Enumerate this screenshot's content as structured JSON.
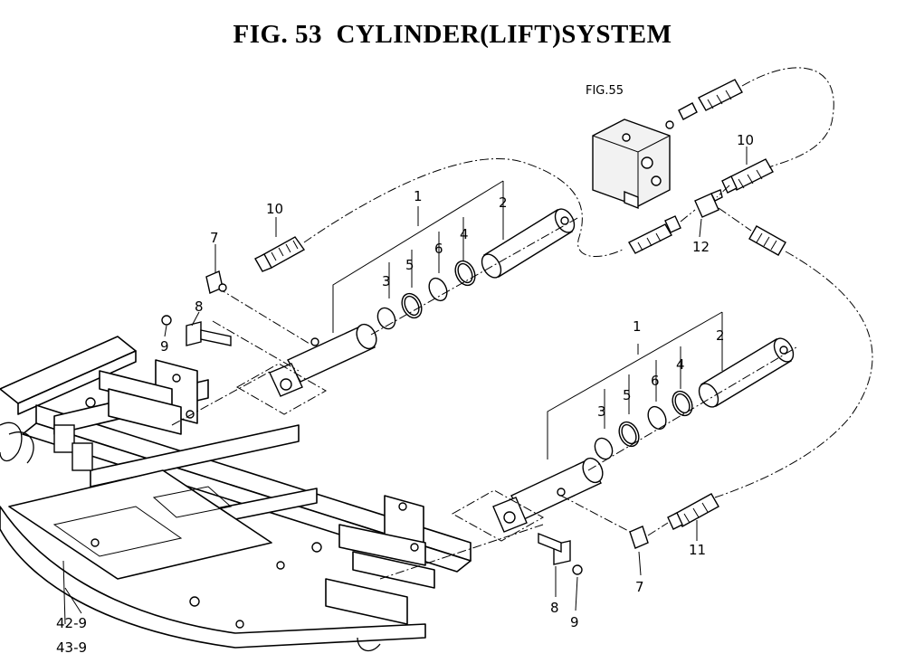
{
  "title": "FIG. 53  CYLINDER(LIFT)SYSTEM",
  "callouts": {
    "fig55": "FIG.55",
    "upper": {
      "p1": "1",
      "p2": "2",
      "p3": "3",
      "p4": "4",
      "p5": "5",
      "p6": "6",
      "p7": "7",
      "p8": "8",
      "p9": "9",
      "p10": "10"
    },
    "lower": {
      "p1": "1",
      "p2": "2",
      "p3": "3",
      "p4": "4",
      "p5": "5",
      "p6": "6",
      "p7": "7",
      "p8": "8",
      "p9": "9",
      "p11": "11"
    },
    "right": {
      "p10": "10",
      "p12": "12"
    },
    "frame_ref_a": "42-9",
    "frame_ref_b": "43-9"
  }
}
